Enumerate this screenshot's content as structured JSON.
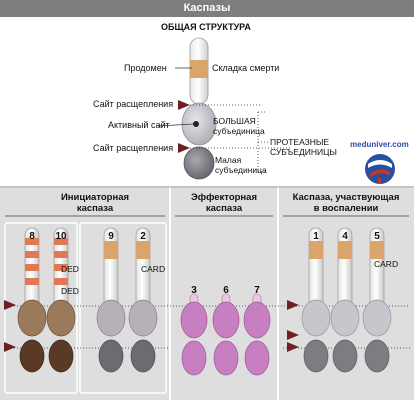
{
  "header": {
    "title": "Каспазы"
  },
  "general": {
    "title": "ОБЩАЯ СТРУКТУРА",
    "prodomain": "Продомен",
    "death_fold": "Складка смерти",
    "cleavage_site_1": "Сайт расщепления",
    "active_site": "Активный сайт",
    "large_subunit": [
      "БОЛЬШАЯ",
      "субъединица"
    ],
    "cleavage_site_2": "Сайт расщепления",
    "small_subunit": [
      "Малая",
      "субъединица"
    ],
    "protease_subunits": [
      "ПРОТЕАЗНЫЕ",
      "СУБЪЕДИНИЦЫ"
    ]
  },
  "watermark": {
    "site": "meduniver.com"
  },
  "panels": {
    "initiator": {
      "title": [
        "Инициаторная",
        "каспаза"
      ],
      "numbers": [
        "8",
        "10",
        "9",
        "2"
      ],
      "domain_labels": [
        "DED",
        "DED",
        "CARD"
      ]
    },
    "effector": {
      "title": [
        "Эффекторная",
        "каспаза"
      ],
      "numbers": [
        "3",
        "6",
        "7"
      ]
    },
    "inflammation": {
      "title": [
        "Каспаза, участвующая",
        "в воспалении"
      ],
      "numbers": [
        "1",
        "4",
        "5"
      ],
      "domain_labels": [
        "CARD"
      ]
    }
  },
  "colors": {
    "header": "#7e7e7e",
    "panel_bg": "#dedede",
    "death_fold": "#d9a56a",
    "arrow": "#6e1f22",
    "brown_large": "#9a7a5a",
    "brown_small": "#5a3a26",
    "gray_large": "#b6b0b8",
    "gray_small": "#6e6a72",
    "pink": "#c77fc2",
    "silver_large": "#c6c6cc",
    "silver_small": "#7c7c82",
    "logo_blue": "#2a4fa0",
    "logo_red": "#c0392b"
  }
}
